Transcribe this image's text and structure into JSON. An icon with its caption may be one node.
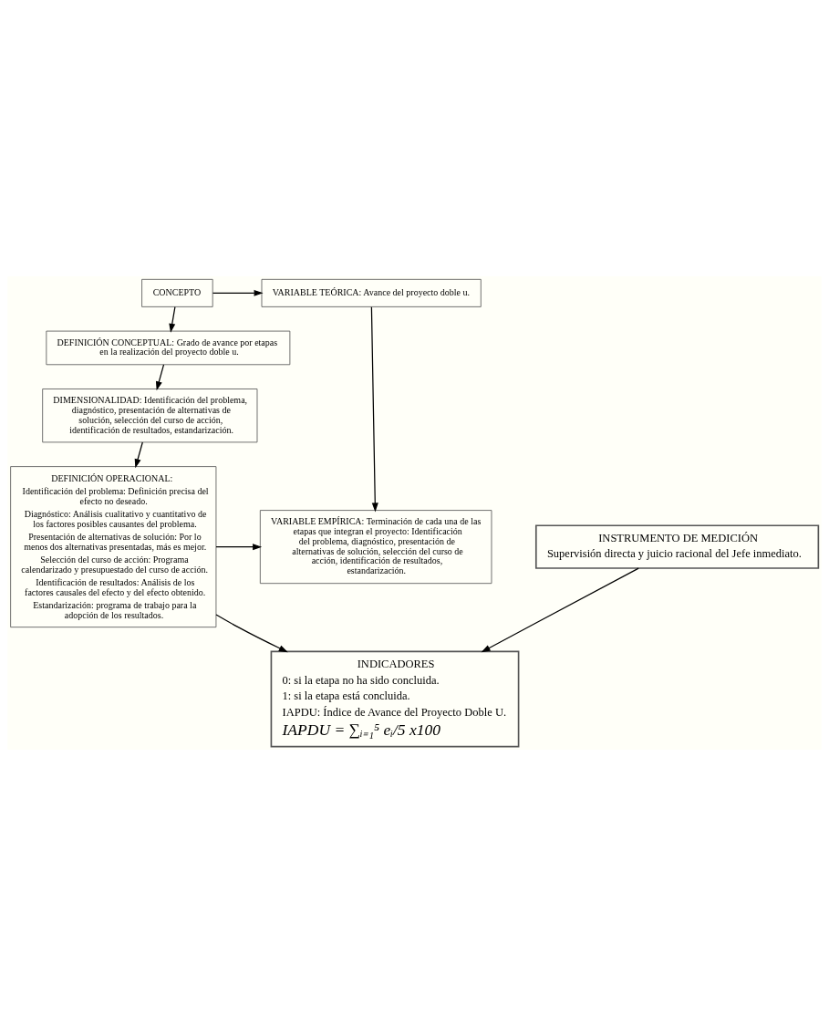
{
  "diagram": {
    "nodes": [
      {
        "text": [
          "CONCEPTO"
        ]
      },
      {
        "text": [
          "VARIABLE TEÓRICA: Avance del proyecto doble u."
        ]
      },
      {
        "text": [
          "DEFINICIÓN CONCEPTUAL: Grado de avance por etapas en la realización del proyecto doble u."
        ]
      },
      {
        "text": [
          "DIMENSIONALIDAD: Identificación del problema, diagnóstico, presentación de alternativas de solución, selección del curso de acción, identificación de resultados, estandarización."
        ]
      },
      {
        "text": [
          "DEFINICIÓN OPERACIONAL:",
          "Identificación del problema: Definición precisa del efecto no deseado.",
          "Diagnóstico: Análisis cualitativo y cuantitativo de los factores posibles causantes del problema.",
          "Presentación de alternativas de solución: Por lo menos dos alternativas presentadas, más es mejor.",
          "Selección del curso de acción: Programa calendarizado y presupuestado del curso de acción.",
          "Identificación de resultados: Análisis de los factores causales del efecto y del efecto obtenido.",
          "Estandarización: programa de trabajo para la adopción de los resultados."
        ]
      },
      {
        "text": [
          "VARIABLE EMPÍRICA: Terminación de cada una de las etapas que integran el proyecto: Identificación del problema, diagnóstico, presentación de alternativas de solución, selección del curso de acción, identificación de resultados, estandarización."
        ]
      },
      {
        "text": [
          "INDICADORES",
          "0: si la etapa no ha sido concluida.",
          "1: si la etapa está concluida.",
          "IAPDU: Índice de Avance del Proyecto Doble U.",
          "IAPDU = ∑ᵢ₌₁⁵ eᵢ/5 x100"
        ]
      },
      {
        "text": [
          "INSTRUMENTO DE MEDICIÓN",
          "Supervisión directa y juicio racional del Jefe inmediato."
        ]
      }
    ],
    "edges": [
      {
        "from": 0,
        "to": 1,
        "arrow": "to"
      },
      {
        "from": 0,
        "to": 2,
        "arrow": "to"
      },
      {
        "from": 2,
        "to": 3,
        "arrow": "to"
      },
      {
        "from": 3,
        "to": 4,
        "arrow": "to"
      },
      {
        "from": 1,
        "to": 5,
        "arrow": "to"
      },
      {
        "from": 4,
        "to": 5,
        "arrow": "to"
      },
      {
        "from": 4,
        "to": 6,
        "arrow": "to"
      },
      {
        "from": 7,
        "to": 6,
        "arrow": "to"
      }
    ]
  }
}
